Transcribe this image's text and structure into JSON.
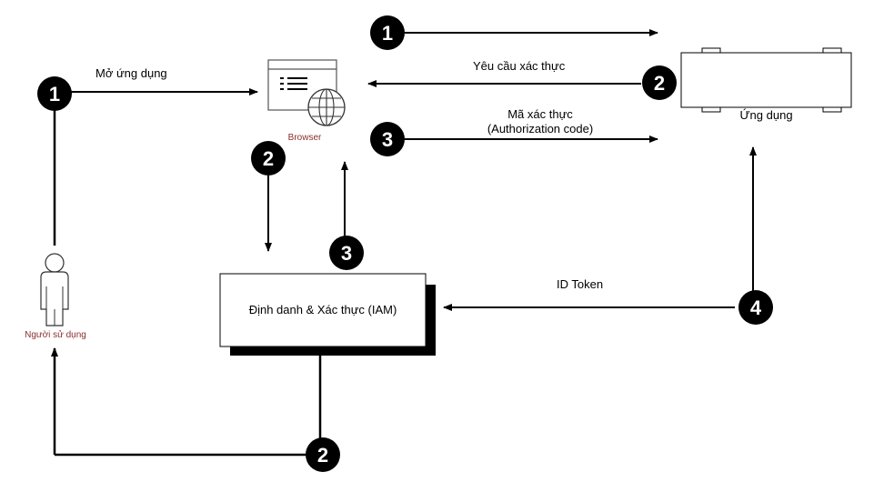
{
  "nodes": {
    "user": {
      "label": "Người sử dụng"
    },
    "browser": {
      "label": "Browser"
    },
    "iam": {
      "label": "Định danh & Xác thực (IAM)"
    },
    "app": {
      "label": "Ứng dụng"
    }
  },
  "edges": {
    "open_app": {
      "label": "Mở ứng dụng"
    },
    "auth_request": {
      "label": "Yêu cầu xác thực"
    },
    "auth_code_line1": {
      "label": "Mã xác thực"
    },
    "auth_code_line2": {
      "label": "(Authorization code)"
    },
    "id_token": {
      "label": "ID Token"
    }
  },
  "steps": [
    {
      "id": "step-1-user",
      "n": "1"
    },
    {
      "id": "step-1-top",
      "n": "1"
    },
    {
      "id": "step-2-app",
      "n": "2"
    },
    {
      "id": "step-2-browser",
      "n": "2"
    },
    {
      "id": "step-2-bottom",
      "n": "2"
    },
    {
      "id": "step-3-top",
      "n": "3"
    },
    {
      "id": "step-3-iam",
      "n": "3"
    },
    {
      "id": "step-4",
      "n": "4"
    }
  ],
  "colors": {
    "line": "#000000",
    "badge": "#000000",
    "badge_text": "#ffffff",
    "caption_red": "#8b2e2e"
  }
}
